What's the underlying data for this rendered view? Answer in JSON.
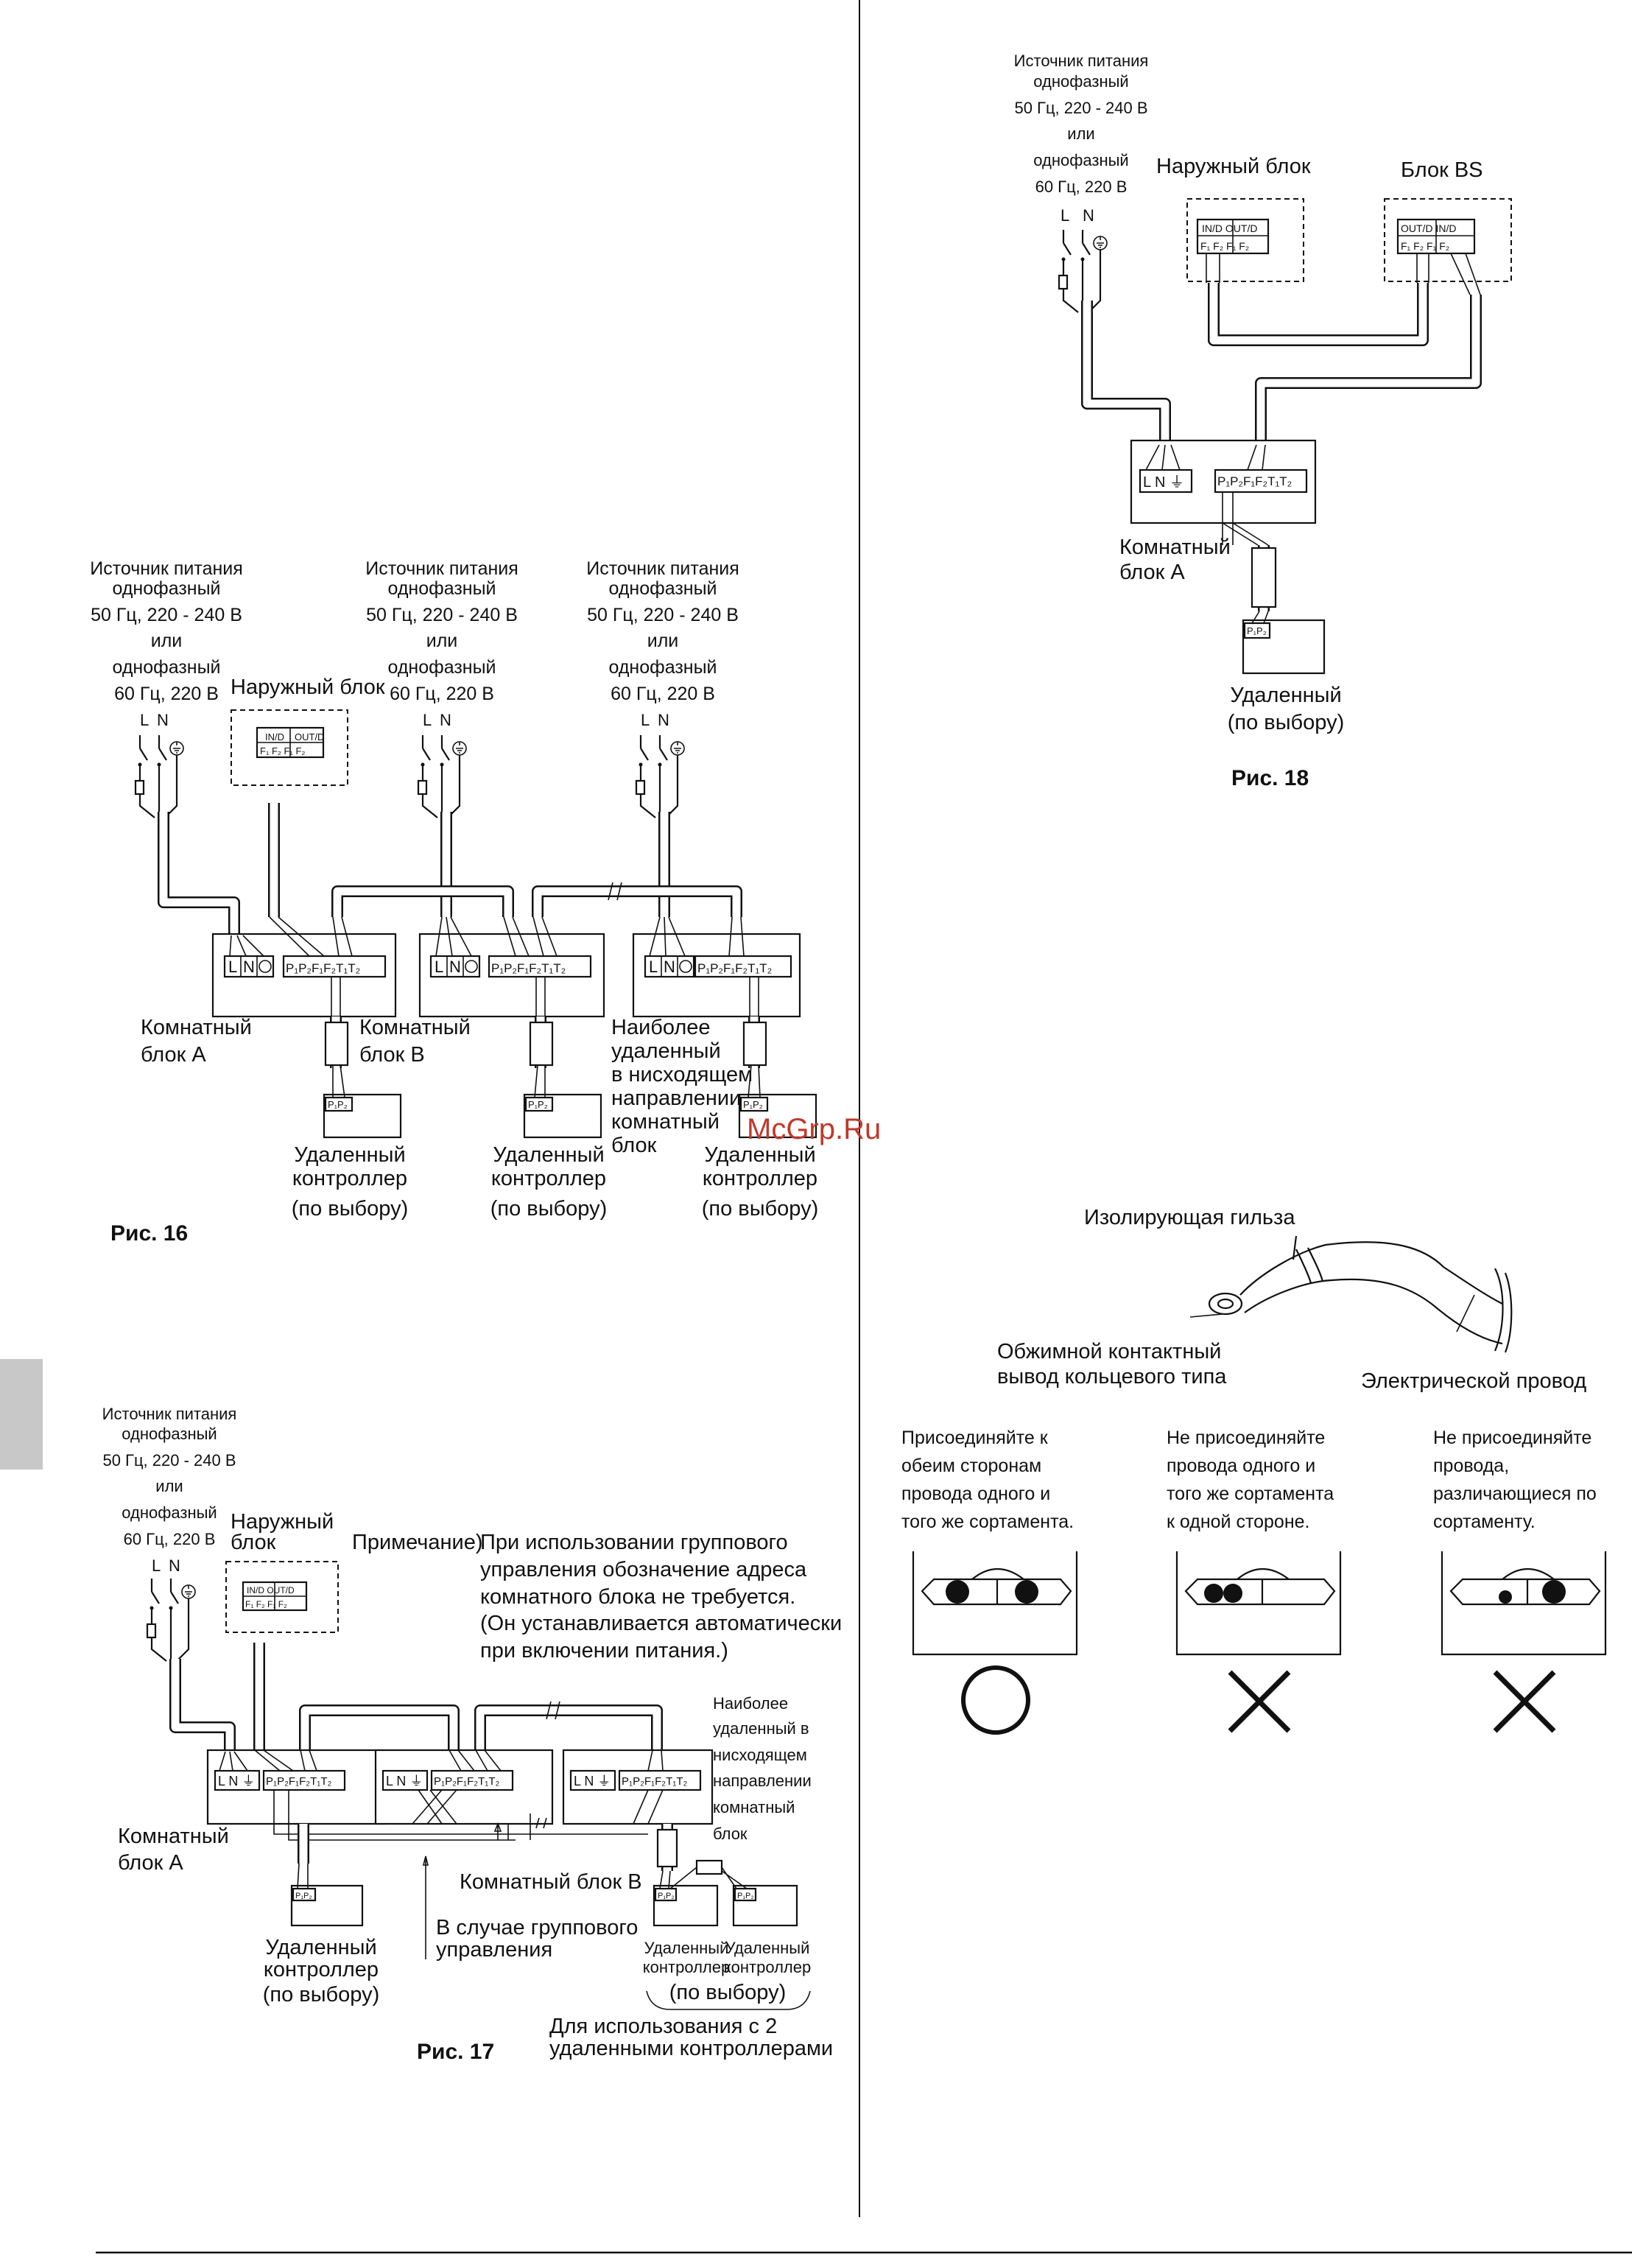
{
  "power": [
    "Источник питания",
    "однофазный",
    "50 Гц, 220 - 240 В",
    "или",
    "однофазный",
    "60 Гц, 220 В"
  ],
  "ln": {
    "l": "L",
    "n": "N"
  },
  "outdoor_unit": "Наружный блок",
  "outdoor_unit_split": [
    "Наружный",
    "блок"
  ],
  "bs_unit": "Блок BS",
  "terminals": {
    "ln": [
      "L",
      "N"
    ],
    "indoor": [
      "P₁",
      "P₂",
      "F₁",
      "F₂",
      "T₁",
      "T₂"
    ],
    "outdoor": [
      "IN/D",
      "OUT/D",
      "F₁",
      "F₂",
      "F₁",
      "F₂"
    ],
    "bs": [
      "OUT/D",
      "IN/D",
      "F₁",
      "F₂",
      "F₁",
      "F₂"
    ],
    "remote": [
      "P₁",
      "P₂"
    ]
  },
  "indoor_a": [
    "Комнатный",
    "блок А"
  ],
  "indoor_b": [
    "Комнатный",
    "блок В"
  ],
  "indoor_b_single": "Комнатный блок В",
  "farthest": [
    "Наиболее",
    "удаленный",
    "в нисходящем",
    "направлении",
    "комнатный",
    "блок"
  ],
  "farthest17": [
    "Наиболее",
    "удаленный в",
    "нисходящем",
    "направлении",
    "комнатный",
    "блок"
  ],
  "remote": [
    "Удаленный",
    "контроллер",
    "(по выбору)"
  ],
  "group_case": [
    "В случае группового",
    "управления"
  ],
  "two_remotes": [
    "Для использования с 2",
    "удаленными контроллерами"
  ],
  "note_label": "Примечание)",
  "note_text": [
    "При использовании группового",
    "управления обозначение адреса",
    "комнатного блока не требуется.",
    "(Он устанавливается автоматически",
    "при включении питания.)"
  ],
  "fig16": "Рис. 16",
  "fig17": "Рис. 17",
  "fig18": "Рис. 18",
  "watermark": "McGrp.Ru",
  "sleeve": "Изолирующая гильза",
  "crimp": [
    "Обжимной контактный",
    "вывод кольцевого типа"
  ],
  "wire": "Электрической провод",
  "conn_ok": [
    "Присоединяйте к",
    "обеим сторонам",
    "провода одного и",
    "того же сортамента."
  ],
  "conn_bad1": [
    "Не присоединяйте",
    "провода одного и",
    "того же сортамента",
    "к одной стороне."
  ],
  "conn_bad2": [
    "Не присоединяйте",
    "провода,",
    "различающиеся по",
    "сортаменту."
  ],
  "colors": {
    "line": "#111111",
    "watermark": "#c0392b",
    "tab": "#c8c8c8"
  }
}
